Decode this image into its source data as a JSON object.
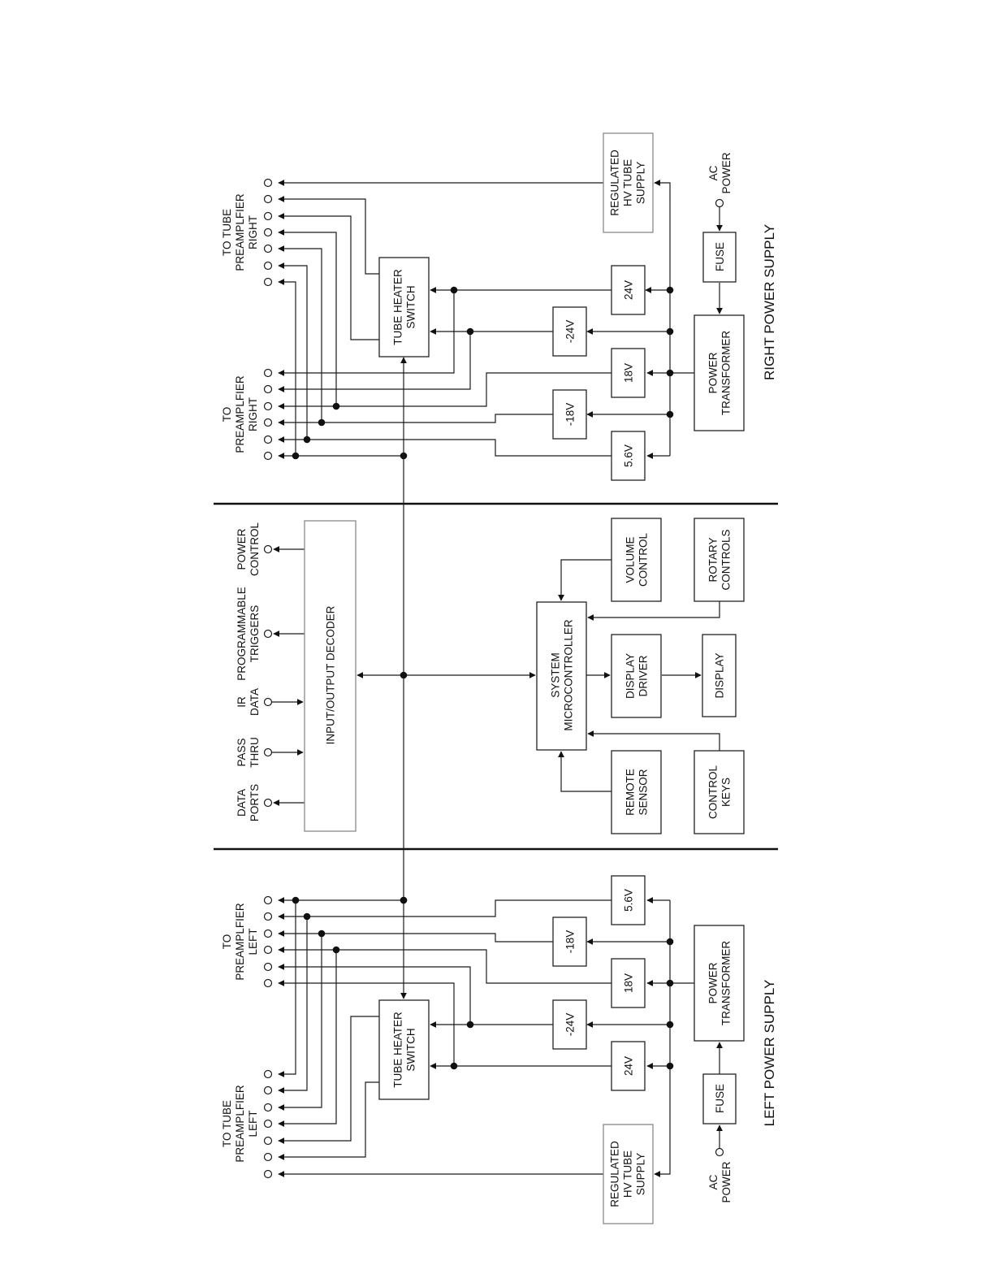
{
  "labels": {
    "to_tube_preamp_right": [
      "TO TUBE",
      "PREAMPLFIER",
      "RIGHT"
    ],
    "to_preamp_right": [
      "TO",
      "PREAMPLFIER",
      "RIGHT"
    ],
    "to_preamp_left": [
      "TO",
      "PREAMPLFIER",
      "LEFT"
    ],
    "to_tube_preamp_left": [
      "TO TUBE",
      "PREAMPLFIER",
      "LEFT"
    ],
    "power_control": [
      "POWER",
      "CONTROL"
    ],
    "programmable_triggers": [
      "PROGRAMMABLE",
      "TRIGGERS"
    ],
    "ir_data": [
      "IR",
      "DATA"
    ],
    "pass_thru": [
      "PASS",
      "THRU"
    ],
    "data_ports": [
      "DATA",
      "PORTS"
    ],
    "ac_power_right": [
      "AC",
      "POWER"
    ],
    "ac_power_left": [
      "AC",
      "POWER"
    ]
  },
  "blocks": {
    "hv_supply_right": [
      "REGULATED",
      "HV TUBE",
      "SUPPLY"
    ],
    "hv_supply_left": [
      "REGULATED",
      "HV TUBE",
      "SUPPLY"
    ],
    "tube_heater_right": [
      "TUBE HEATER",
      "SWITCH"
    ],
    "tube_heater_left": [
      "TUBE HEATER",
      "SWITCH"
    ],
    "v24_right": [
      "24V"
    ],
    "vn24_right": [
      "-24V"
    ],
    "v18_right": [
      "18V"
    ],
    "vn18_right": [
      "-18V"
    ],
    "v56_right": [
      "5.6V"
    ],
    "v24_left": [
      "24V"
    ],
    "vn24_left": [
      "-24V"
    ],
    "v18_left": [
      "18V"
    ],
    "vn18_left": [
      "-18V"
    ],
    "v56_left": [
      "5.6V"
    ],
    "fuse_right": [
      "FUSE"
    ],
    "fuse_left": [
      "FUSE"
    ],
    "transformer_right": [
      "POWER",
      "TRANSFORMER"
    ],
    "transformer_left": [
      "POWER",
      "TRANSFORMER"
    ],
    "io_decoder": [
      "INPUT/OUTPUT DECODER"
    ],
    "system_micro": [
      "SYSTEM",
      "MICROCONTROLLER"
    ],
    "volume_control": [
      "VOLUME",
      "CONTROL"
    ],
    "rotary_controls": [
      "ROTARY",
      "CONTROLS"
    ],
    "display_driver": [
      "DISPLAY",
      "DRIVER"
    ],
    "display": [
      "DISPLAY"
    ],
    "remote_sensor": [
      "REMOTE",
      "SENSOR"
    ],
    "control_keys": [
      "CONTROL",
      "KEYS"
    ]
  },
  "sections": {
    "right_power_supply": "RIGHT POWER SUPPLY",
    "left_power_supply": "LEFT POWER SUPPLY"
  }
}
